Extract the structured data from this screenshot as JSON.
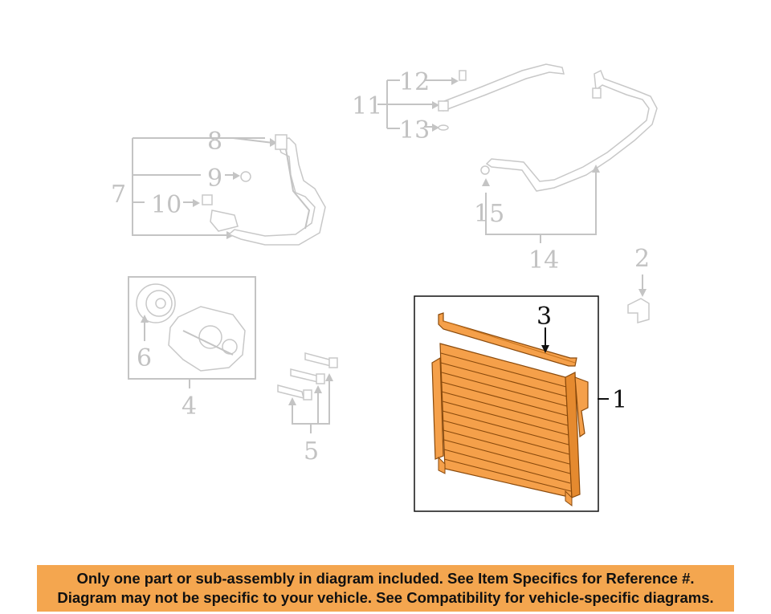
{
  "callouts": {
    "c1": "1",
    "c2": "2",
    "c3": "3",
    "c4": "4",
    "c5": "5",
    "c6": "6",
    "c7": "7",
    "c8": "8",
    "c9": "9",
    "c10": "10",
    "c11": "11",
    "c12": "12",
    "c13": "13",
    "c14": "14",
    "c15": "15"
  },
  "colors": {
    "highlight_part": "#f5a04a",
    "highlight_part_dark": "#c7731d",
    "faint": "#c4c4c4",
    "banner_bg": "#f4a64f"
  },
  "banner": {
    "line1": "Only one part or sub-assembly in diagram included. See Item Specifics for Reference #.",
    "line2": "Diagram may not be specific to your vehicle. See Compatibility for vehicle-specific diagrams."
  }
}
